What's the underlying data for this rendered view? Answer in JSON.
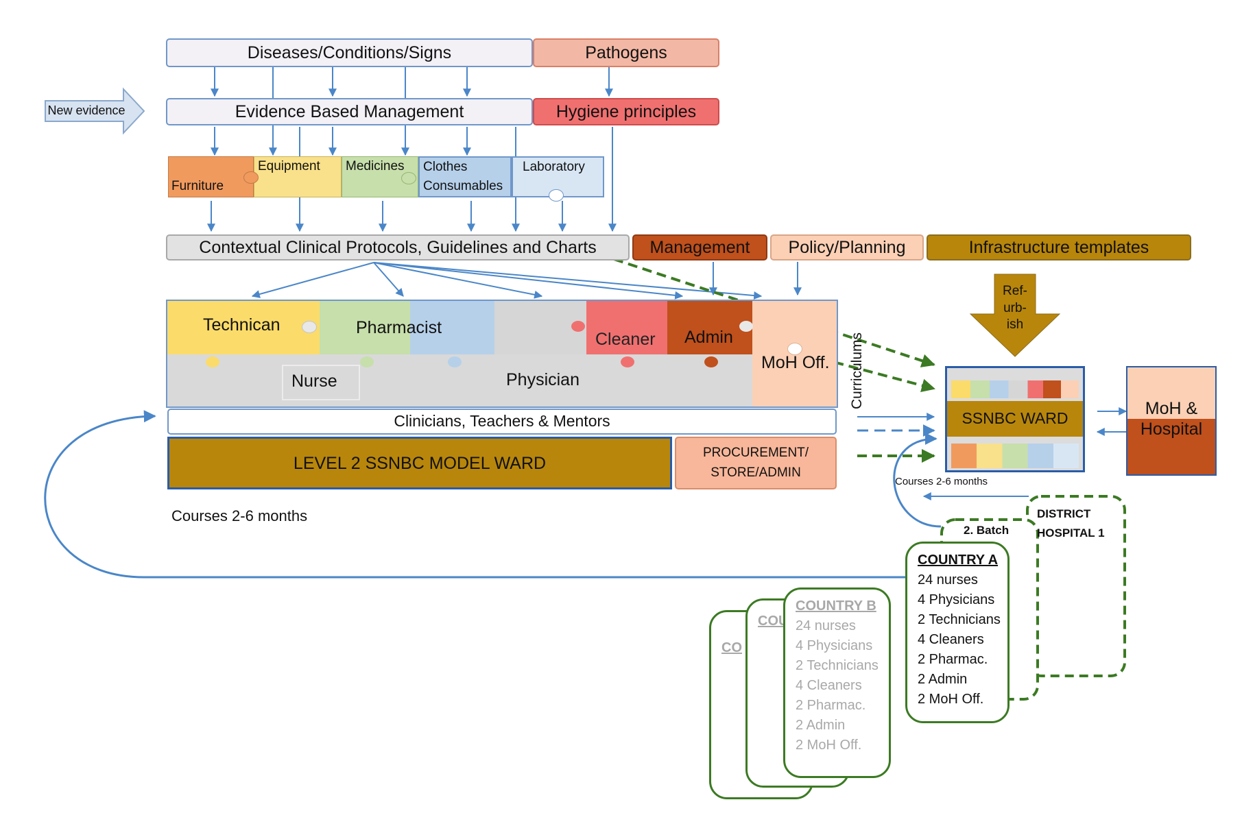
{
  "top": {
    "diseases": "Diseases/Conditions/Signs",
    "pathogens": "Pathogens",
    "new_evidence": "New evidence",
    "evidence": "Evidence Based Management",
    "hygiene": "Hygiene principles"
  },
  "supplies": {
    "furniture": "Furniture",
    "equipment": "Equipment",
    "medicines": "Medicines",
    "clothes": "Clothes",
    "consumables": "Consumables",
    "laboratory": "Laboratory"
  },
  "protocols": {
    "contextual": "Contextual Clinical Protocols, Guidelines and Charts",
    "management": "Management",
    "policy": "Policy/Planning",
    "infrastructure": "Infrastructure templates"
  },
  "roles": {
    "technician": "Technican",
    "pharmacist": "Pharmacist",
    "cleaner": "Cleaner",
    "admin": "Admin",
    "nurse": "Nurse",
    "physician": "Physician",
    "moh_off": "MoH Off."
  },
  "ward": {
    "clinicians": "Clinicians, Teachers & Mentors",
    "model_ward": "LEVEL 2 SSNBC MODEL WARD",
    "procurement_line1": "PROCUREMENT/",
    "procurement_line2": "STORE/ADMIN",
    "courses_main": "Courses 2-6 months",
    "curriculums": "Curriculums"
  },
  "right": {
    "refurbish_line1": "Ref-",
    "refurbish_line2": "urb-",
    "refurbish_line3": "ish",
    "ssnbc_ward": "SSNBC WARD",
    "moh_line1": "MoH &",
    "moh_line2": "Hospital",
    "courses_small": "Courses 2-6 months",
    "district_line1": "DISTRICT",
    "district_line2": "HOSPITAL  1",
    "batch": "2. Batch"
  },
  "country_a": {
    "title": "COUNTRY  A",
    "items": [
      "24 nurses",
      "4 Physicians",
      "2 Technicians",
      "4 Cleaners",
      "2 Pharmac.",
      "2 Admin",
      "2 MoH Off."
    ]
  },
  "country_b": {
    "title": "COUNTRY  B",
    "items": [
      "24 nurses",
      "4 Physicians",
      "2 Technicians",
      "4 Cleaners",
      "2 Pharmac.",
      "2 Admin",
      "2 MoH Off."
    ]
  },
  "stack_fragments": {
    "back": "CO",
    "middle": "COU"
  },
  "colors": {
    "arrow_blue": "#4a86c8",
    "dashed_green": "#3c7a23",
    "gold": "#b8860b",
    "rust": "#c0501c",
    "salmon": "#f2b8a5",
    "peach": "#fbd0b5",
    "hygiene_red": "#f07070",
    "light_gray": "#e2e2e2",
    "lavender": "#f3f0f6"
  }
}
